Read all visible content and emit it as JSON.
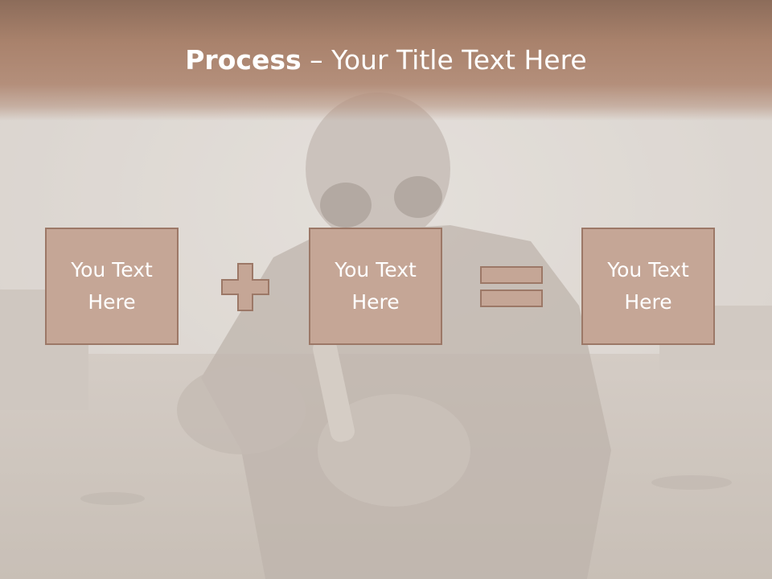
{
  "slide": {
    "title_bold": "Process",
    "title_rest": " – Your Title Text Here"
  },
  "boxes": [
    {
      "label": "You Text Here"
    },
    {
      "label": "You Text Here"
    },
    {
      "label": "You Text Here"
    }
  ],
  "operators": [
    "plus-icon",
    "equals-icon"
  ],
  "colors": {
    "title_band": "#a9826c",
    "box_fill": "#c5a696",
    "box_border": "#9c7867",
    "text": "#ffffff",
    "background_tint": "#d8d2cc"
  }
}
